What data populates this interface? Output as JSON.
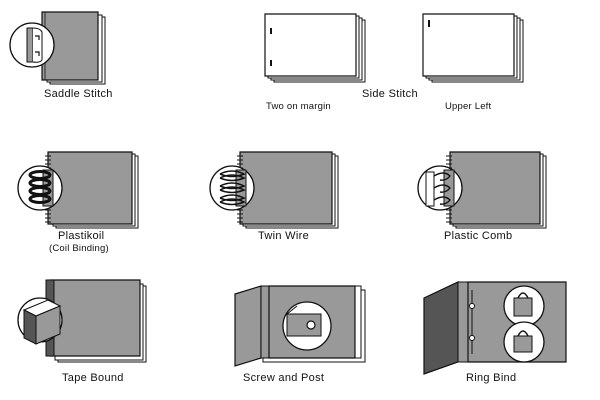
{
  "colors": {
    "cover": "#999999",
    "page": "#ffffff",
    "outline": "#111111",
    "dark": "#555555"
  },
  "methods": {
    "saddle_stitch": "Saddle Stitch",
    "side_stitch": {
      "title": "Side Stitch",
      "variants": [
        "Two on margin",
        "Upper Left"
      ]
    },
    "plastikoil": {
      "title": "Plastikoil",
      "subtitle": "(Coil Binding)"
    },
    "twin_wire": "Twin Wire",
    "plastic_comb": "Plastic Comb",
    "tape_bound": "Tape Bound",
    "screw_and_post": "Screw and Post",
    "ring_bind": "Ring Bind"
  }
}
